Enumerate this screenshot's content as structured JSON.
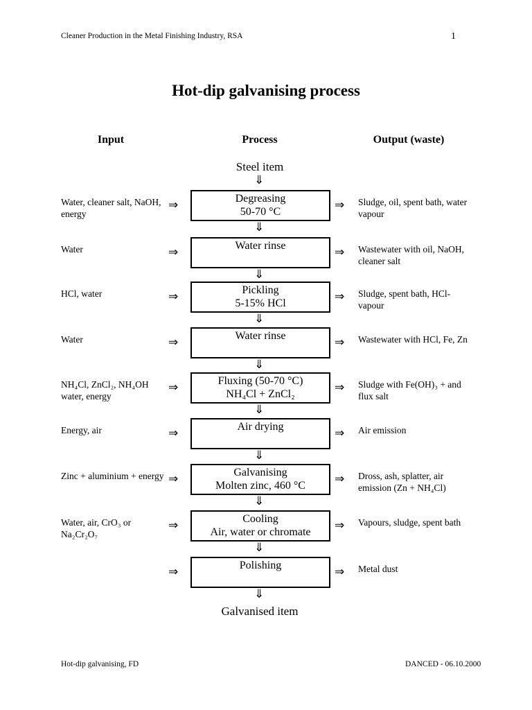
{
  "header": {
    "left": "Cleaner Production in the Metal Finishing Industry, RSA",
    "page_number": "1"
  },
  "title": "Hot-dip galvanising process",
  "columns": {
    "input": "Input",
    "process": "Process",
    "output": "Output (waste)"
  },
  "start": "Steel item",
  "end": "Galvanised item",
  "arrows": {
    "right": "⇒",
    "down": "⇓"
  },
  "steps": [
    {
      "input": "Water, cleaner salt, NaOH, energy",
      "process": [
        "Degreasing",
        "50-70 °C"
      ],
      "output": "Sludge, oil, spent bath, water vapour"
    },
    {
      "input": "Water",
      "process": [
        "Water rinse",
        ""
      ],
      "output": "Wastewater with oil, NaOH, cleaner salt"
    },
    {
      "input": "HCl, water",
      "process": [
        "Pickling",
        "5-15% HCl"
      ],
      "output": "Sludge, spent bath, HCl-vapour"
    },
    {
      "input": "Water",
      "process": [
        "Water rinse",
        ""
      ],
      "output": "Wastewater with HCl, Fe, Zn"
    },
    {
      "input": "NH₄Cl, ZnCl₂, NH₄OH water, energy",
      "process": [
        "Fluxing (50-70 °C)",
        "NH₄Cl + ZnCl₂"
      ],
      "output": "Sludge with Fe(OH)₃ + and flux salt"
    },
    {
      "input": "Energy, air",
      "process": [
        "Air drying",
        ""
      ],
      "output": "Air emission"
    },
    {
      "input": "Zinc + aluminium + energy",
      "process": [
        "Galvanising",
        "Molten zinc, 460 °C"
      ],
      "output": "Dross, ash, splatter, air emission (Zn + NH₄Cl)"
    },
    {
      "input": "Water, air, CrO₃ or Na₂Cr₂O₇",
      "process": [
        "Cooling",
        "Air, water or chromate"
      ],
      "output": "Vapours, sludge, spent bath"
    },
    {
      "input": "",
      "process": [
        "Polishing",
        ""
      ],
      "output": "Metal dust"
    }
  ],
  "footer": {
    "left": "Hot-dip galvanising, FD",
    "right": "DANCED - 06.10.2000"
  }
}
